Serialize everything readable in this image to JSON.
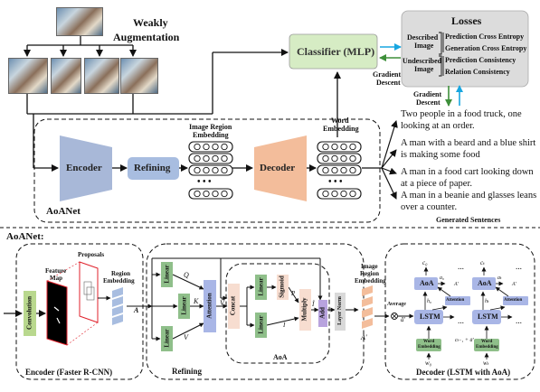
{
  "top": {
    "weak_aug_line1": "Weakly",
    "weak_aug_line2": "Augmentation",
    "classifier": "Classifier (MLP)",
    "losses_title": "Losses",
    "described_image_l1": "Described",
    "described_image_l2": "Image",
    "undescribed_image_l1": "Undescribed",
    "undescribed_image_l2": "Image",
    "loss_items": [
      "Prediction Cross Entropy",
      "Generation Cross Entropy",
      "Prediction Consistency",
      "Relation Consistency"
    ],
    "gradient_descent_1": "Gradient",
    "gradient_descent_1b": "Descent",
    "gradient_descent_2": "Gradient",
    "gradient_descent_2b": "Descent",
    "encoder": "Encoder",
    "refining": "Refining",
    "decoder": "Decoder",
    "image_region_embedding_l1": "Image Region",
    "image_region_embedding_l2": "Embedding",
    "word_embedding_l1": "Word",
    "word_embedding_l2": "Embedding",
    "dots": "• • •",
    "aoanet": "AoANet",
    "sentences": [
      "Two people in a food truck, one looking at an order.",
      "A man with a beard and a blue shirt is making some food",
      "A man in a food cart looking down at a piece of paper.",
      "A man in a beanie and glasses leans over a counter."
    ],
    "generated_sentences": "Generated Sentences"
  },
  "bottom": {
    "aoanet_label": "AoANet:",
    "proposals": "Proposals",
    "feature_map_l1": "Feature",
    "feature_map_l2": "Map",
    "region_embedding_l1": "Region",
    "region_embedding_l2": "Embedding",
    "convolution": "Convolution",
    "encoder_caption": "Encoder (Faster R-CNN)",
    "refining_caption": "Refining",
    "aoa_caption": "AoA",
    "decoder_caption": "Decoder (LSTM with AoA)",
    "linear": "Linear",
    "attention": "Attention",
    "concat": "Concat",
    "sigmoid": "Sigmoid",
    "multiply": "Multiply",
    "add": "Add",
    "layer_norm": "Layer Norm",
    "sym_A": "A",
    "sym_Q": "Q",
    "sym_K": "K",
    "sym_V": "V",
    "sym_Vhat": "V̂",
    "sym_P": "P",
    "sym_I": "I",
    "sym_Ihat": "Î",
    "img_region_emb_l1": "Image",
    "img_region_emb_l2": "Region",
    "img_region_emb_l3": "Embedding",
    "sym_Aprime": "A′",
    "average": "Average",
    "abar": "ā′",
    "aoa": "AoA",
    "lstm": "LSTM",
    "word_embedding_l1": "Word",
    "word_embedding_l2": "Embedding",
    "c0": "c₀",
    "ct": "cₜ",
    "a0": "a₀",
    "at": "aₜ",
    "h0": "h₀",
    "ht": "hₜ",
    "w0": "w₀",
    "wt": "wₜ",
    "ct1_expr": "cₜ₋₁ + ā′",
    "dots_small": "···"
  },
  "colors": {
    "encoder": "#a8b8d8",
    "refining": "#a8bde0",
    "decoder": "#f3bd9b",
    "classifier": "#d6ecc4",
    "losses": "#dcdcdc",
    "linear": "#8fbf8a",
    "attention": "#a9b6e6",
    "concat": "#f7ddd0",
    "add": "#b8a3de",
    "layernorm": "#d9d9d9",
    "convolution": "#b9d88e",
    "arrow_blue": "#18a6e0",
    "arrow_green": "#3e8f3a"
  }
}
